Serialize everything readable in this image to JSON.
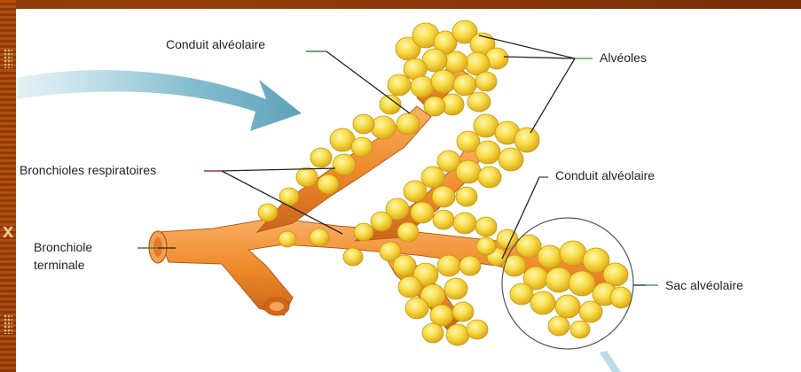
{
  "labels": {
    "conduit_top": "Conduit alvéolaire",
    "alveoles": "Alvéoles",
    "bronchioles_resp": "Bronchioles respiratoires",
    "conduit_mid": "Conduit alvéolaire",
    "bronchiole_term_1": "Bronchiole",
    "bronchiole_term_2": "terminale",
    "sac": "Sac alvéolaire"
  },
  "edge_glyph": "x",
  "colors": {
    "slide_bg": "#8a3508",
    "panel": "#ffffff",
    "airway": "#f08a2c",
    "alveolus": "#f7d23a",
    "alveolus_edge": "#d7a512",
    "arrow": "#7fb8cc",
    "leader_green": "#3a8a3a"
  }
}
